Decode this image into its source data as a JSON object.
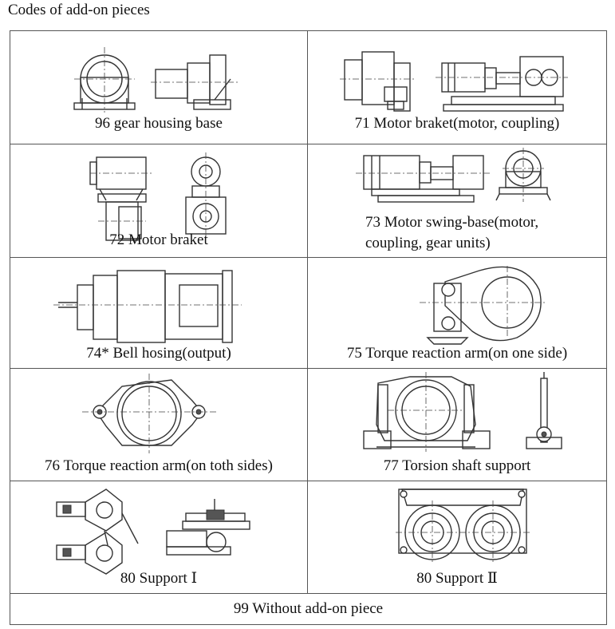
{
  "title": "Codes of add-on pieces",
  "rows": [
    [
      {
        "label": "96 gear housing base"
      },
      {
        "label": "71 Motor braket(motor, coupling)"
      }
    ],
    [
      {
        "label": "72 Motor braket"
      },
      {
        "label_line1": "73 Motor swing-base(motor,",
        "label_line2": "coupling, gear units)"
      }
    ],
    [
      {
        "label": "74* Bell hosing(output)"
      },
      {
        "label": "75 Torque reaction arm(on one side)"
      }
    ],
    [
      {
        "label": "76 Torque reaction arm(on toth sides)"
      },
      {
        "label": "77 Torsion shaft support"
      }
    ],
    [
      {
        "label": "80 Support Ⅰ"
      },
      {
        "label": "80 Support Ⅱ"
      }
    ]
  ],
  "footer": "99 Without add-on piece"
}
